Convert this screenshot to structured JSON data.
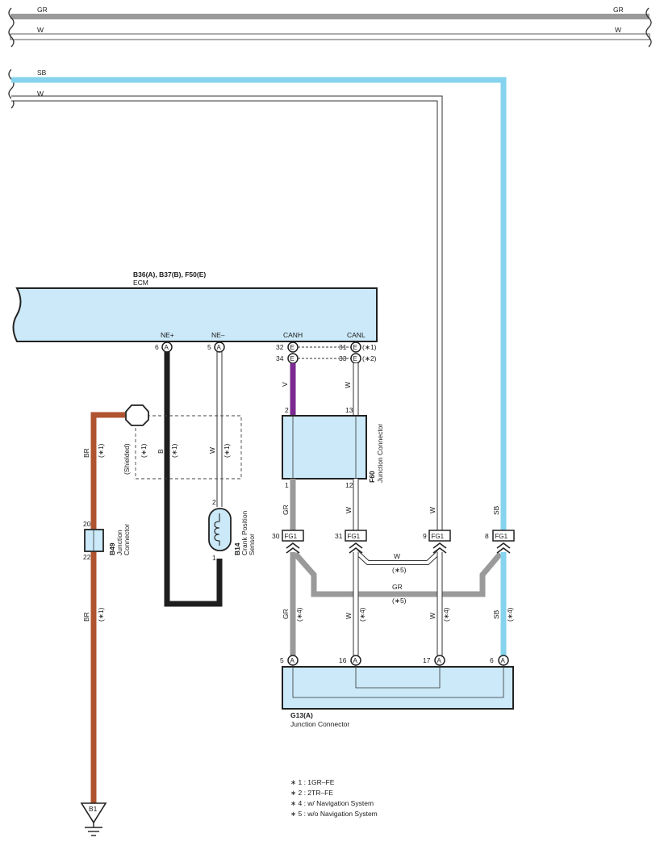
{
  "colors": {
    "gray": "#9a9a9a",
    "sky_blue": "#86d3ee",
    "brown": "#b0532f",
    "black": "#1e1e1e",
    "violet": "#7b2a91",
    "box_fill": "#cbe9f8",
    "line": "#222222"
  },
  "top_wires": {
    "gr_left": "GR",
    "gr_right": "GR",
    "w_left": "W",
    "w_right": "W",
    "sb": "SB",
    "w2": "W"
  },
  "ecm": {
    "connectors": "B36(A), B37(B), F50(E)",
    "name": "ECM",
    "term_ne_plus": "NE+",
    "term_ne_minus": "NE–",
    "term_canh": "CANH",
    "term_canl": "CANL",
    "pin_ne_plus": "6",
    "pin_ne_minus": "5",
    "pin_canh_1": "32",
    "pin_canh_2": "34",
    "pin_canl_1": "31",
    "pin_canl_2": "33",
    "conn_letter_a": "A",
    "conn_letter_e": "E",
    "note_1": "(∗1)",
    "note_2": "(∗2)"
  },
  "shield": {
    "shielded": "(Shielded)",
    "note": "(∗1)",
    "w_b": "B",
    "w_w": "W",
    "w_br": "BR"
  },
  "crank_sensor": {
    "code": "B14",
    "name_line1": "Crank Position",
    "name_line2": "Sensor",
    "pin_top": "2",
    "pin_bottom": "1"
  },
  "b49": {
    "code": "B49",
    "name_line1": "Junction",
    "name_line2": "Connector",
    "pin_top": "20",
    "pin_bottom": "22",
    "wire": "BR",
    "note": "(∗1)"
  },
  "f60": {
    "code": "F60",
    "name": "Junction Connector",
    "pin_tl": "2",
    "pin_tr": "13",
    "pin_bl": "1",
    "pin_br": "12",
    "wire_v": "V",
    "wire_w": "W"
  },
  "fg1": {
    "label": "FG1",
    "pins": [
      "30",
      "31",
      "9",
      "8"
    ],
    "wires_above": [
      "GR",
      "W",
      "W",
      "SB"
    ],
    "cross_w": "W",
    "cross_gr": "GR",
    "note5": "(∗5)"
  },
  "lower_wires": {
    "labels": [
      "GR",
      "W",
      "W",
      "SB"
    ],
    "note4": "(∗4)"
  },
  "g13": {
    "code": "G13(A)",
    "name": "Junction Connector",
    "pins": [
      "5",
      "16",
      "17",
      "6"
    ],
    "letter": "A"
  },
  "ground": {
    "code": "B1"
  },
  "notes": [
    "∗ 1 : 1GR–FE",
    "∗ 2 : 2TR–FE",
    "∗ 4 : w/ Navigation System",
    "∗ 5 : w/o Navigation System"
  ]
}
